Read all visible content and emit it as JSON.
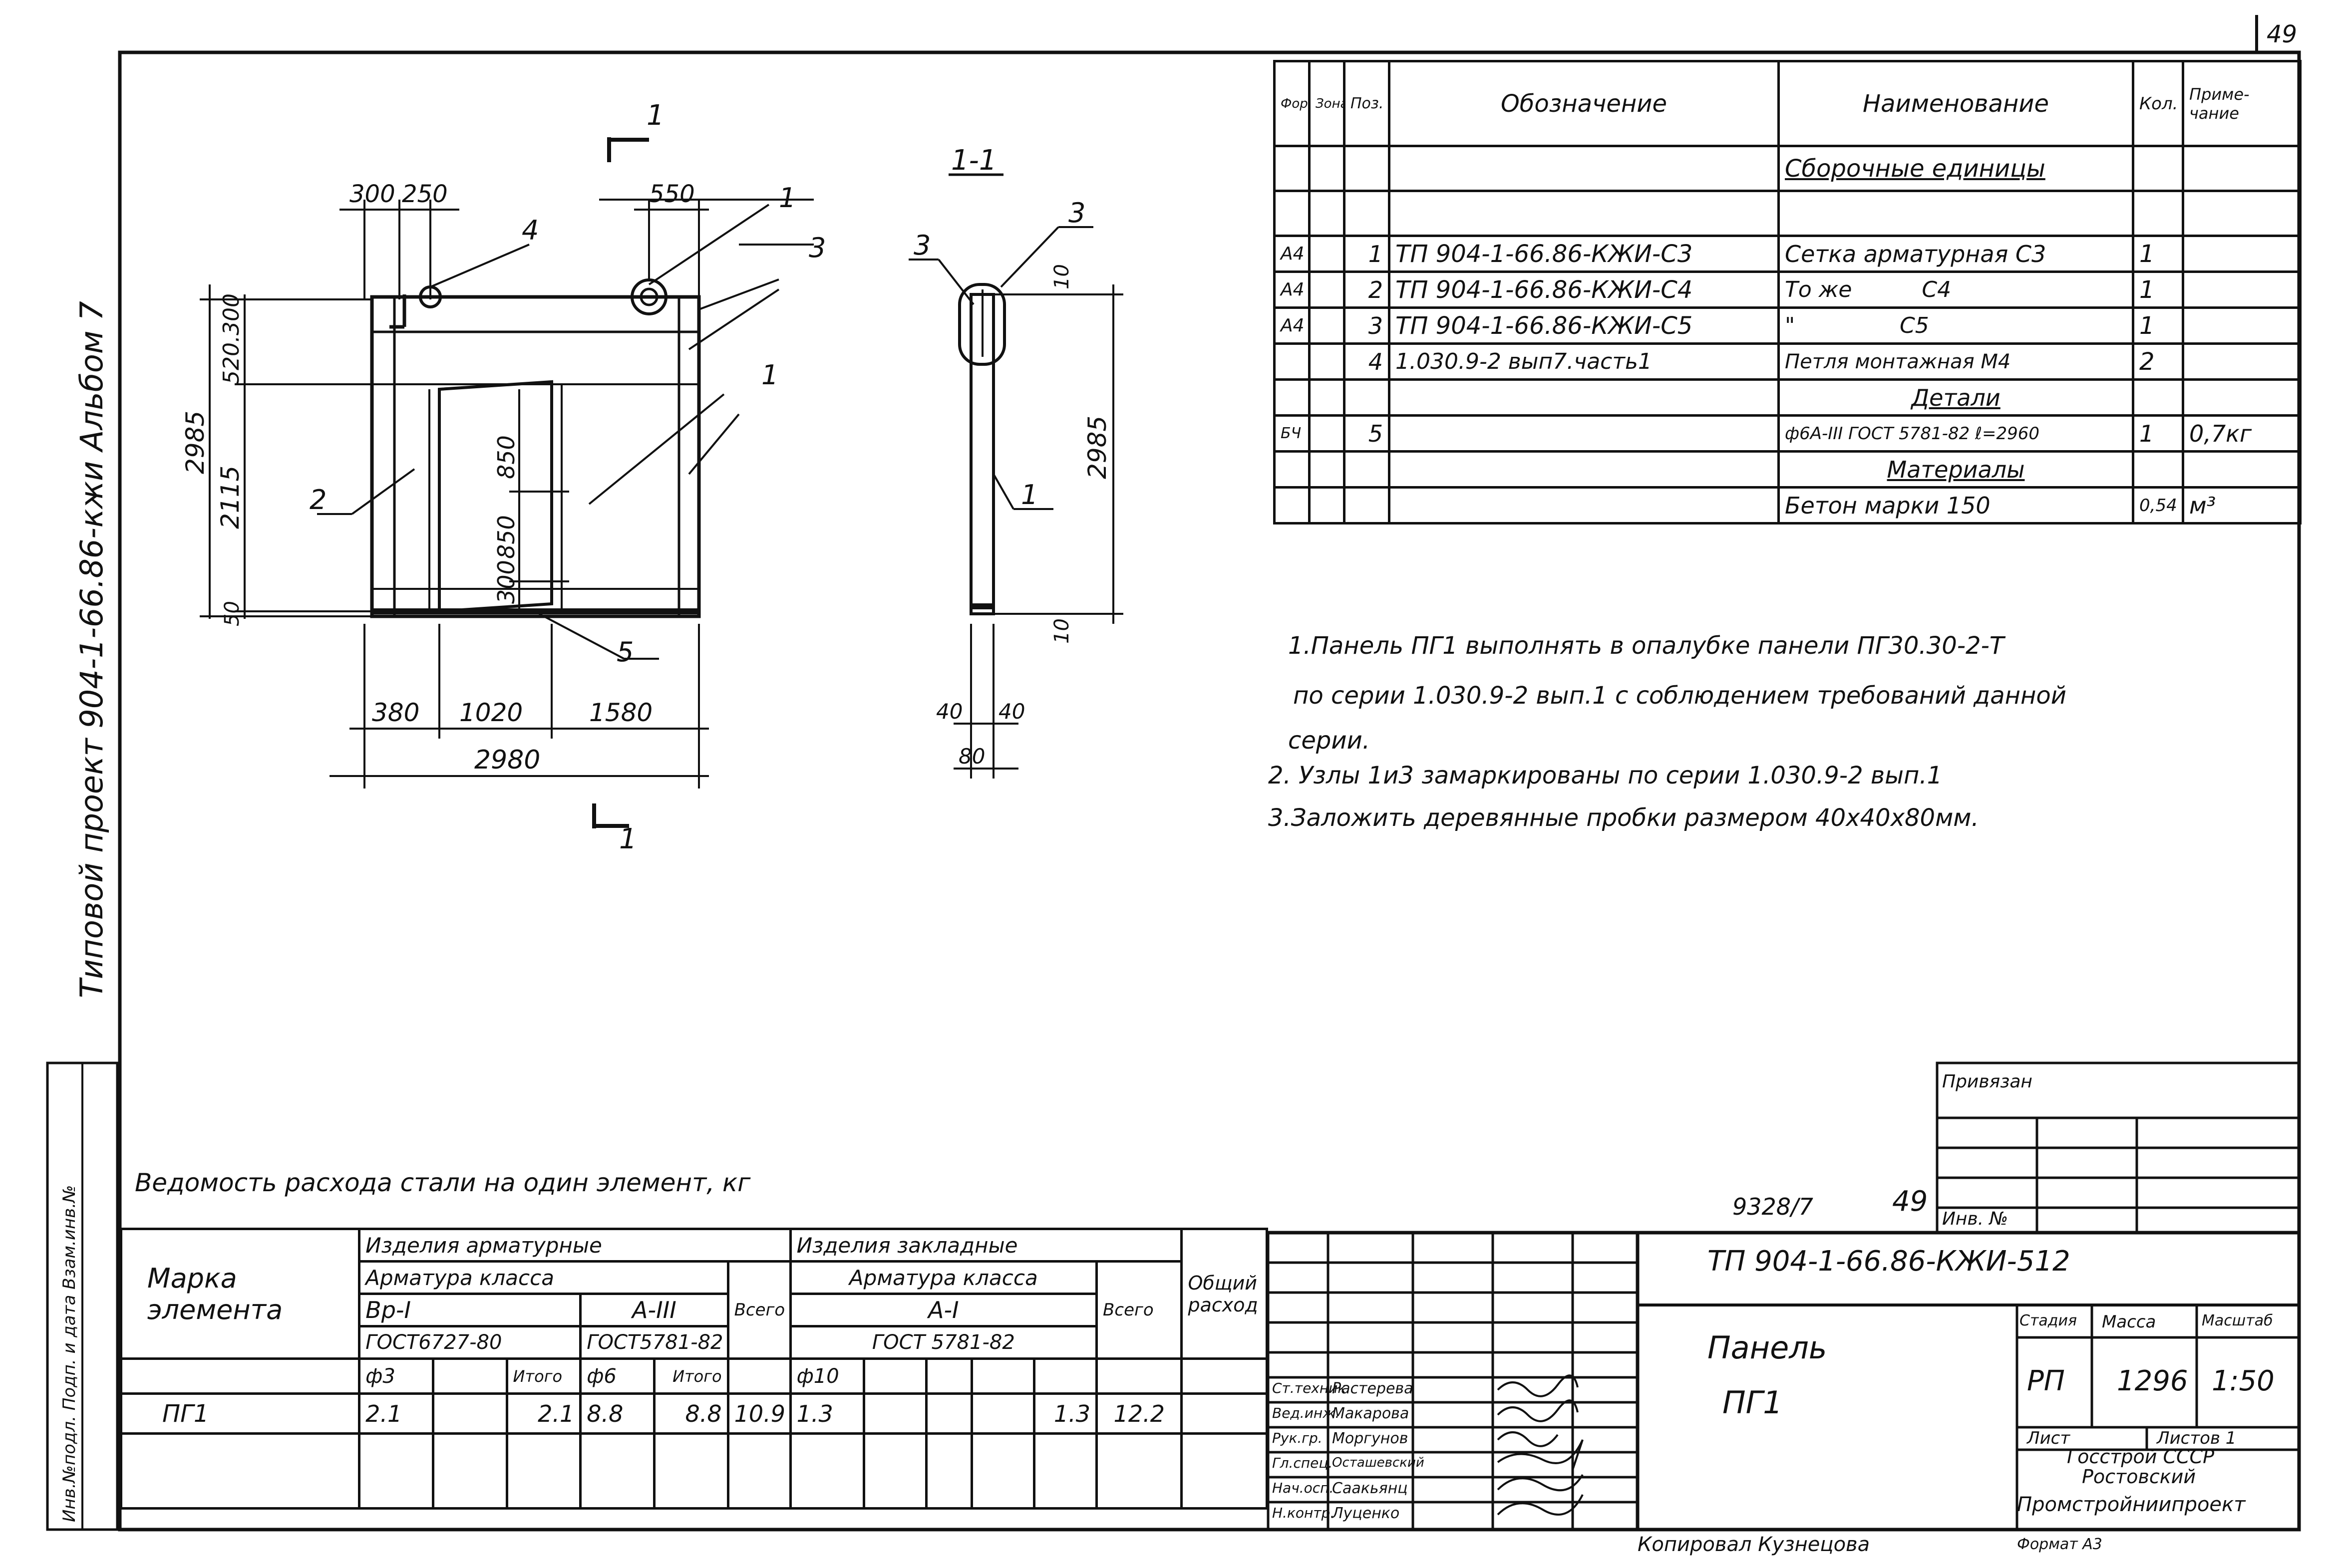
{
  "sheet": {
    "page_number": "49",
    "side_title": "Типовой проект 904-1-66.86-кжи   Альбом 7",
    "side_stamp": "Инв.№подл.  Подп. и дата  Взам.инв.№",
    "copied_by": "Копировал Кузнецова",
    "format": "Формат А3"
  },
  "drawing": {
    "section_mark": "1",
    "section_title": "1-1",
    "dims_top": [
      "300",
      "250",
      "550"
    ],
    "dims_left_outer": "2985",
    "dims_left_inner": [
      "520.300",
      "2115",
      "50"
    ],
    "dims_center": [
      "850",
      "850",
      "300"
    ],
    "dims_bottom": [
      "380",
      "1020",
      "1580"
    ],
    "dim_total": "2980",
    "callouts_front": [
      "1",
      "3",
      "4",
      "2",
      "1",
      "5"
    ],
    "section_dims": [
      "10",
      "2985",
      "10",
      "40",
      "40",
      "80"
    ],
    "section_callouts": [
      "3",
      "3",
      "1"
    ]
  },
  "spec": {
    "headers": [
      "Формат",
      "Зона",
      "Поз.",
      "Обозначение",
      "Наименование",
      "Кол.",
      "Приме-чание"
    ],
    "rows": [
      [
        "",
        "",
        "",
        "",
        "Сборочные единицы",
        "",
        ""
      ],
      [
        "",
        "",
        "",
        "",
        "",
        "",
        ""
      ],
      [
        "А4",
        "",
        "1",
        "ТП 904-1-66.86-КЖИ-С3",
        "Сетка арматурная С3",
        "1",
        ""
      ],
      [
        "А4",
        "",
        "2",
        "ТП 904-1-66.86-КЖИ-С4",
        "То же          С4",
        "1",
        ""
      ],
      [
        "А4",
        "",
        "3",
        "ТП 904-1-66.86-КЖИ-С5",
        "\"               С5",
        "1",
        ""
      ],
      [
        "",
        "",
        "4",
        "1.030.9-2 вып7.часть1",
        "Петля монтажная  М4",
        "2",
        ""
      ],
      [
        "",
        "",
        "",
        "",
        "Детали",
        "",
        ""
      ],
      [
        "БЧ",
        "",
        "5",
        "",
        "ф6А-III ГОСТ 5781-82 ℓ=2960",
        "1",
        "0,7кг"
      ],
      [
        "",
        "",
        "",
        "",
        "Материалы",
        "",
        ""
      ],
      [
        "",
        "",
        "",
        "",
        "Бетон марки 150",
        "0,54",
        "м³"
      ]
    ]
  },
  "notes": [
    "1.Панель ПГ1 выполнять в опалубке панели ПГ30.30-2-Т",
    "по серии 1.030.9-2 вып.1 с соблюдением требований данной",
    "серии.",
    "2. Узлы 1и3 замаркированы по серии 1.030.9-2 вып.1",
    "3.Заложить деревянные пробки размером 40х40х80мм."
  ],
  "steel": {
    "title": "Ведомость расхода стали на один элемент, кг",
    "marka_header": "Марка элемента",
    "group_armature": "Изделия арматурные",
    "group_embedded": "Изделия закладные",
    "class_label": "Арматура класса",
    "class_bp": "Вр-I",
    "class_a3": "А-III",
    "class_a1": "А-I",
    "gost_bp": "ГОСТ6727-80",
    "gost_a3": "ГОСТ5781-82",
    "gost_a1": "ГОСТ 5781-82",
    "d3": "ф3",
    "d6": "ф6",
    "d10": "ф10",
    "itogo": "Итого",
    "vsego": "Всего",
    "total_header": "Общий расход",
    "row": {
      "marka": "ПГ1",
      "d3": "2.1",
      "itogo1": "2.1",
      "d6": "8.8",
      "itogo2": "8.8",
      "vsego1": "10.9",
      "d10": "1.3",
      "vsego2": "1.3",
      "total": "12.2"
    }
  },
  "titleblock": {
    "doc_number": "9328/7",
    "doc_page": "49",
    "privyazan": "Привязан",
    "inv": "Инв. №",
    "code": "ТП 904-1-66.86-КЖИ-512",
    "name_line1": "Панель",
    "name_line2": "ПГ1",
    "stage_label": "Стадия",
    "mass_label": "Масса",
    "scale_label": "Масштаб",
    "stage": "РП",
    "mass": "1296",
    "scale": "1:50",
    "sheet_label": "Лист",
    "sheets_label": "Листов 1",
    "org": [
      "Госстрой СССР",
      "Ростовский",
      "Промстройниипроект"
    ],
    "people": [
      [
        "Ст.техник",
        "Растерева"
      ],
      [
        "Вед.инж.",
        "Макарова"
      ],
      [
        "Рук.гр.",
        "Моргунов"
      ],
      [
        "Гл.спец.",
        "Осташевский"
      ],
      [
        "Нач.осп.",
        "Саакьянц"
      ],
      [
        "Н.контр.",
        "Луценко"
      ]
    ]
  }
}
